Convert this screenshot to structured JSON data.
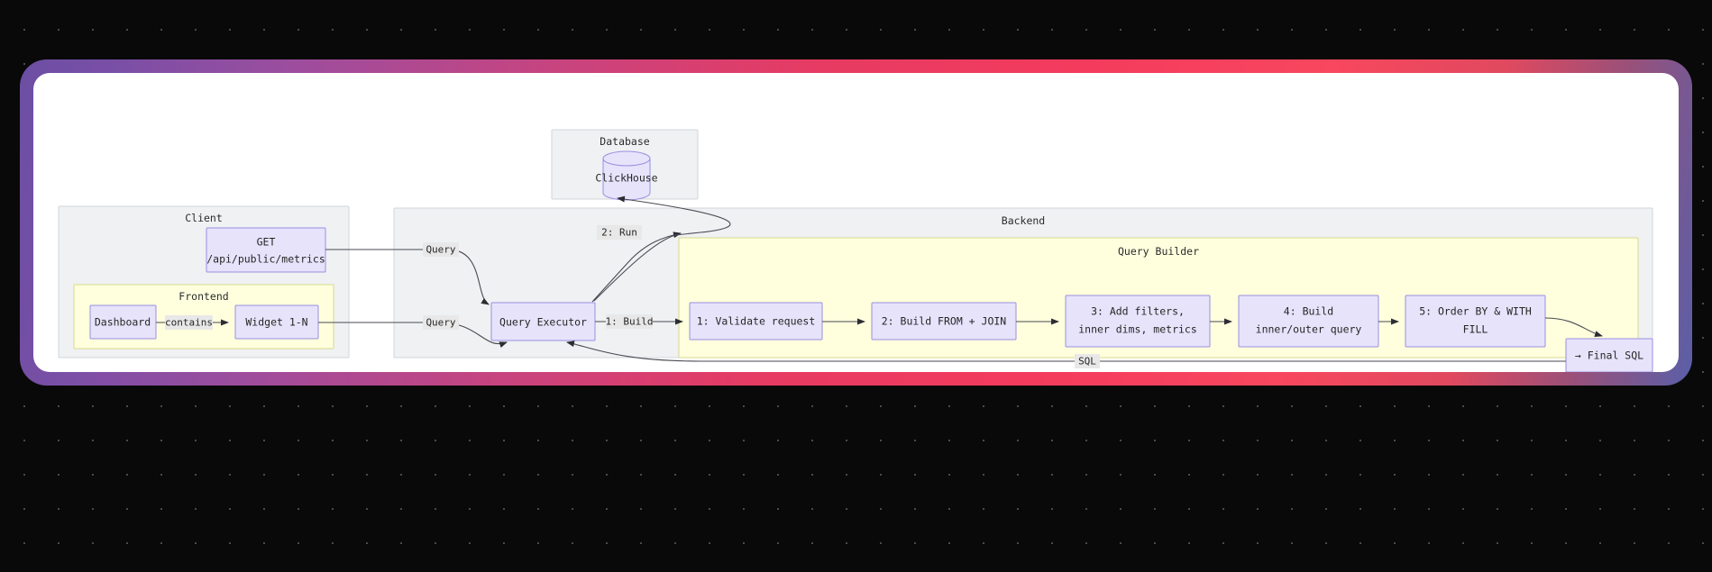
{
  "background": {
    "style": "dotted-grid",
    "color": "#090909",
    "dot_color": "#4a4a4a"
  },
  "frame": {
    "gradient_from": "#6b4fa3",
    "gradient_mid": "#f43b5d",
    "gradient_to": "#5a5fa8",
    "card_background": "#ffffff"
  },
  "palette": {
    "node_fill": "#e7e3fb",
    "node_stroke": "#9a8fe0",
    "cluster_fill": "#eff1f3",
    "cluster_stroke": "#d2d6d9",
    "cluster_yellow_fill": "#ffffde",
    "cluster_yellow_stroke": "#d9d98b",
    "edge_stroke": "#4a4a52",
    "edge_label_bg": "#e8e8e8"
  },
  "clusters": {
    "database": {
      "label": "Database"
    },
    "client": {
      "label": "Client"
    },
    "frontend": {
      "label": "Frontend"
    },
    "backend": {
      "label": "Backend"
    },
    "query_builder": {
      "label": "Query Builder"
    }
  },
  "nodes": {
    "clickhouse": {
      "label": "ClickHouse",
      "shape": "cylinder"
    },
    "api_endpoint": {
      "line1": "GET",
      "line2": "/api/public/metrics",
      "shape": "rect"
    },
    "dashboard": {
      "label": "Dashboard",
      "shape": "rect"
    },
    "widget": {
      "label": "Widget 1-N",
      "shape": "rect"
    },
    "query_executor": {
      "label": "Query Executor",
      "shape": "rect"
    },
    "step1": {
      "label": "1: Validate request",
      "shape": "rect"
    },
    "step2": {
      "label": "2: Build FROM + JOIN",
      "shape": "rect"
    },
    "step3": {
      "line1": "3: Add filters,",
      "line2": "inner dims, metrics",
      "shape": "rect"
    },
    "step4": {
      "line1": "4: Build",
      "line2": "inner/outer query",
      "shape": "rect"
    },
    "step5": {
      "line1": "5: Order BY & WITH",
      "line2": "FILL",
      "shape": "rect"
    },
    "final_sql": {
      "label": "→ Final SQL",
      "shape": "rect"
    }
  },
  "edges": {
    "contains": {
      "label": "contains"
    },
    "api_to_executor": {
      "label": "Query"
    },
    "widget_to_executor": {
      "label": "Query"
    },
    "executor_to_clickhouse": {
      "label": "2: Run"
    },
    "executor_to_builder": {
      "label": "1: Build"
    },
    "builder_to_executor": {
      "label": "SQL"
    }
  }
}
